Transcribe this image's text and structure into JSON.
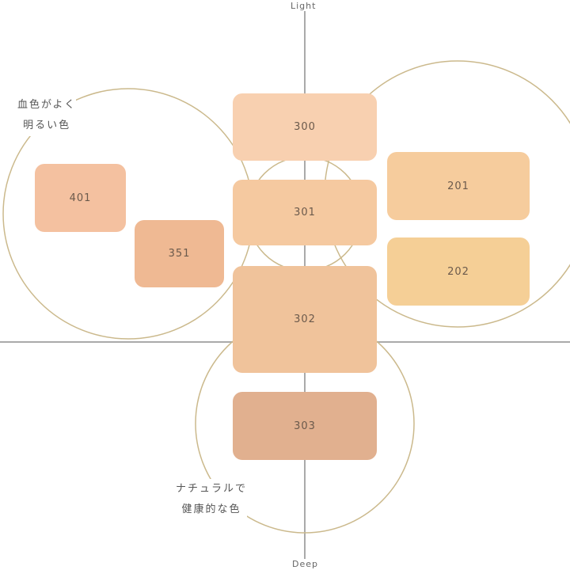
{
  "axis": {
    "top": "Light",
    "bottom": "Deep"
  },
  "groups": [
    {
      "line1": "血色がよく",
      "line2": "明るい色"
    },
    {
      "line1": "ナチュラルで",
      "line2": "健康的な色"
    }
  ],
  "shades": [
    {
      "code": "300",
      "color": "#f8d0b0"
    },
    {
      "code": "301",
      "color": "#f5c9a0"
    },
    {
      "code": "302",
      "color": "#f0c39b"
    },
    {
      "code": "303",
      "color": "#e1b08f"
    },
    {
      "code": "401",
      "color": "#f4c1a0"
    },
    {
      "code": "351",
      "color": "#efb993"
    },
    {
      "code": "201",
      "color": "#f6cc9d"
    },
    {
      "code": "202",
      "color": "#f5cf96"
    }
  ],
  "circle_color": "#cbb98c",
  "axis_color": "#aaaaaa"
}
